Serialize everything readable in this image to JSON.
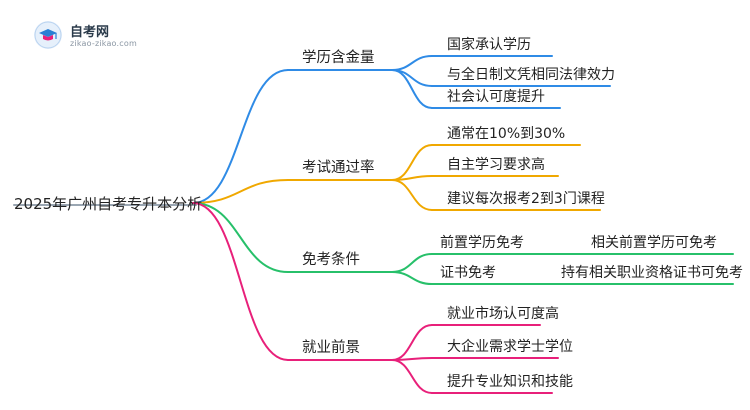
{
  "logo": {
    "title": "自考网",
    "url": "zikao-zikao.com",
    "icon": "graduation-cap-icon"
  },
  "mindmap": {
    "root": "2025年广州自考专升本分析",
    "branches": [
      {
        "label": "学历含金量",
        "color": "#2f8be6",
        "leaves": [
          {
            "label": "国家承认学历"
          },
          {
            "label": "与全日制文凭相同法律效力"
          },
          {
            "label": "社会认可度提升"
          }
        ]
      },
      {
        "label": "考试通过率",
        "color": "#f0a800",
        "leaves": [
          {
            "label": "通常在10%到30%"
          },
          {
            "label": "自主学习要求高"
          },
          {
            "label": "建议每次报考2到3门课程"
          }
        ]
      },
      {
        "label": "免考条件",
        "color": "#27c06a",
        "leaves": [
          {
            "label": "前置学历免考",
            "detail": "相关前置学历可免考"
          },
          {
            "label": "证书免考",
            "detail": "持有相关职业资格证书可免考"
          }
        ]
      },
      {
        "label": "就业前景",
        "color": "#e8207a",
        "leaves": [
          {
            "label": "就业市场认可度高"
          },
          {
            "label": "大企业需求学士学位"
          },
          {
            "label": "提升专业知识和技能"
          }
        ]
      }
    ]
  }
}
